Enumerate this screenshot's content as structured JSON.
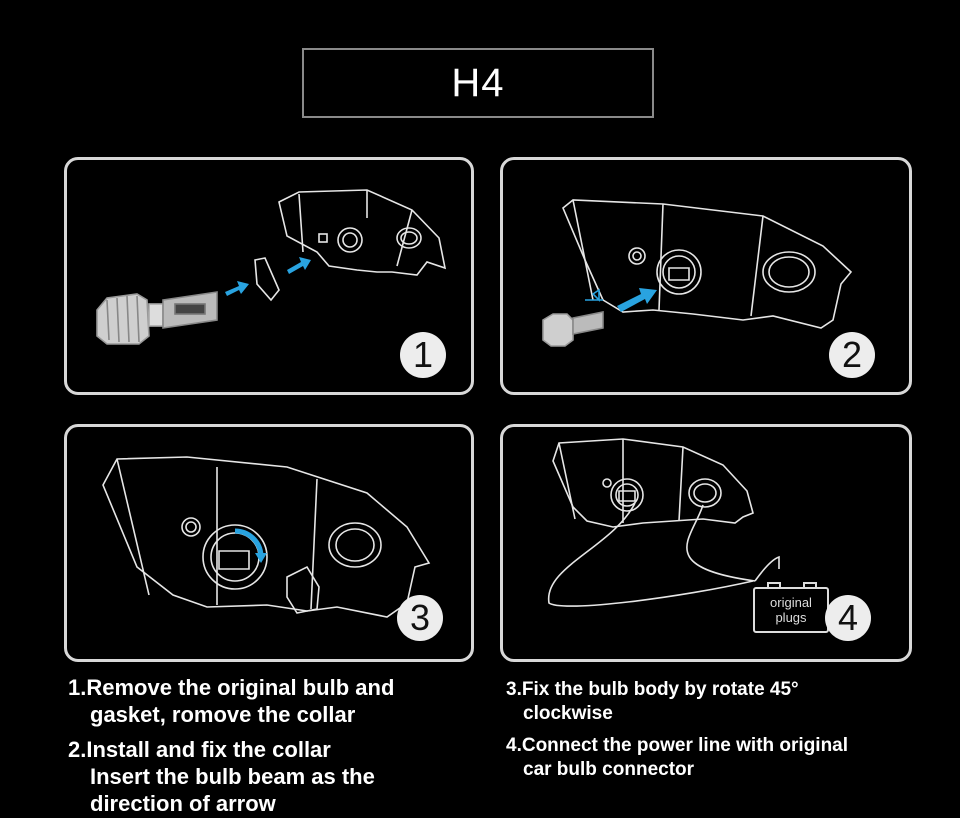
{
  "title": "H4",
  "steps": [
    {
      "number": "1"
    },
    {
      "number": "2"
    },
    {
      "number": "3"
    },
    {
      "number": "4"
    }
  ],
  "plug_label": {
    "line1": "original",
    "line2": "plugs"
  },
  "instructions": {
    "left": {
      "step1_line1": "1.Remove the original bulb and",
      "step1_line2": "gasket, romove the collar",
      "step2_line1": "2.Install and fix the collar",
      "step2_line2": "Insert the bulb beam as the",
      "step2_line3": "direction of arrow"
    },
    "right": {
      "step3_line1": "3.Fix the bulb body by rotate 45°",
      "step3_line2": "clockwise",
      "step4_line1": "4.Connect the power line with original",
      "step4_line2": "car bulb connector"
    }
  },
  "colors": {
    "arrow": "#29a3e0",
    "line_art": "#e6e6e6",
    "panel_border": "#d8d8d8",
    "background": "#000000"
  }
}
